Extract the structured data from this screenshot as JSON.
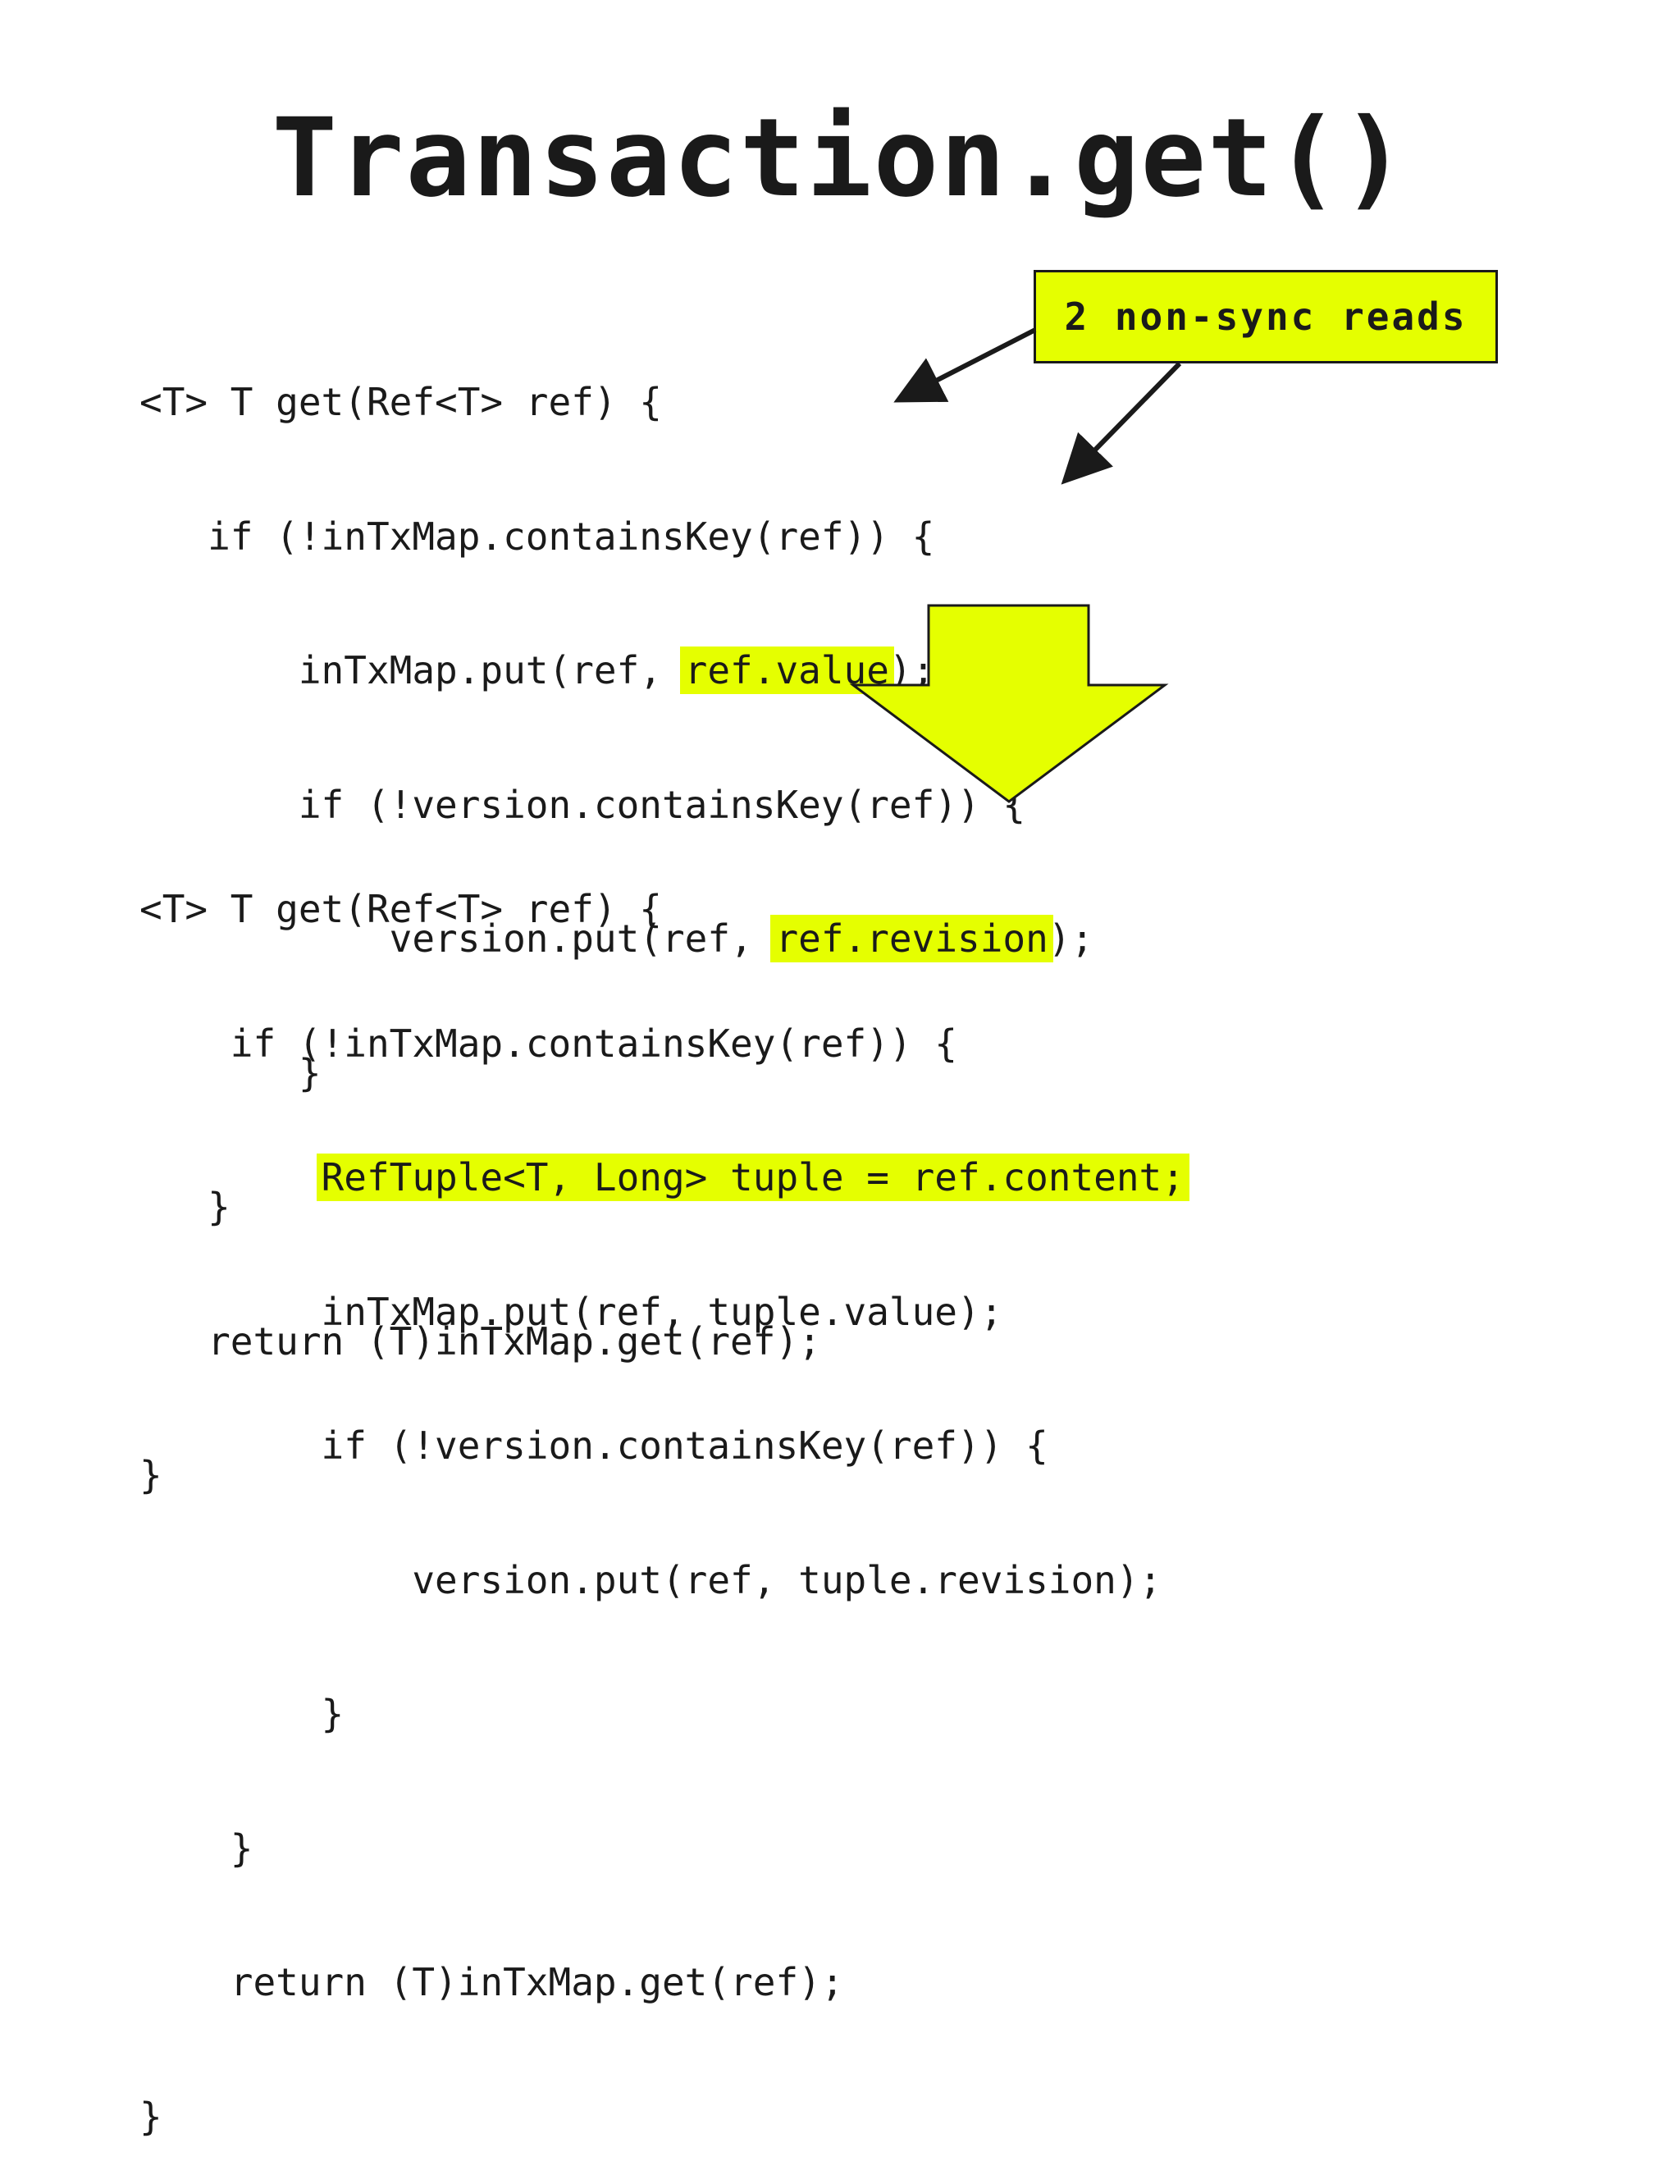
{
  "slide": {
    "title": "Transaction.get()"
  },
  "callout": {
    "text": "2 non-sync reads"
  },
  "colors": {
    "highlight": "#e5ff00",
    "text": "#1a1a1a",
    "background": "#ffffff"
  },
  "code_before": {
    "l1": "<T> T get(Ref<T> ref) {",
    "l2": "   if (!inTxMap.containsKey(ref)) {",
    "l3_pre": "       inTxMap.put(ref, ",
    "l3_hl": "ref.value",
    "l3_post": ");",
    "l4": "       if (!version.containsKey(ref)) {",
    "l5_pre": "           version.put(ref, ",
    "l5_hl": "ref.revision",
    "l5_post": ");",
    "l6": "       }",
    "l7": "   }",
    "l8": "   return (T)inTxMap.get(ref);",
    "l9": "}"
  },
  "code_after": {
    "l1": "<T> T get(Ref<T> ref) {",
    "l2": "    if (!inTxMap.containsKey(ref)) {",
    "l3_pre": "        ",
    "l3_hl": "RefTuple<T, Long> tuple = ref.content;",
    "l4": "        inTxMap.put(ref, tuple.value);",
    "l5": "        if (!version.containsKey(ref)) {",
    "l6": "            version.put(ref, tuple.revision);",
    "l7": "        }",
    "l8": "    }",
    "l9": "    return (T)inTxMap.get(ref);",
    "l10": "}"
  }
}
